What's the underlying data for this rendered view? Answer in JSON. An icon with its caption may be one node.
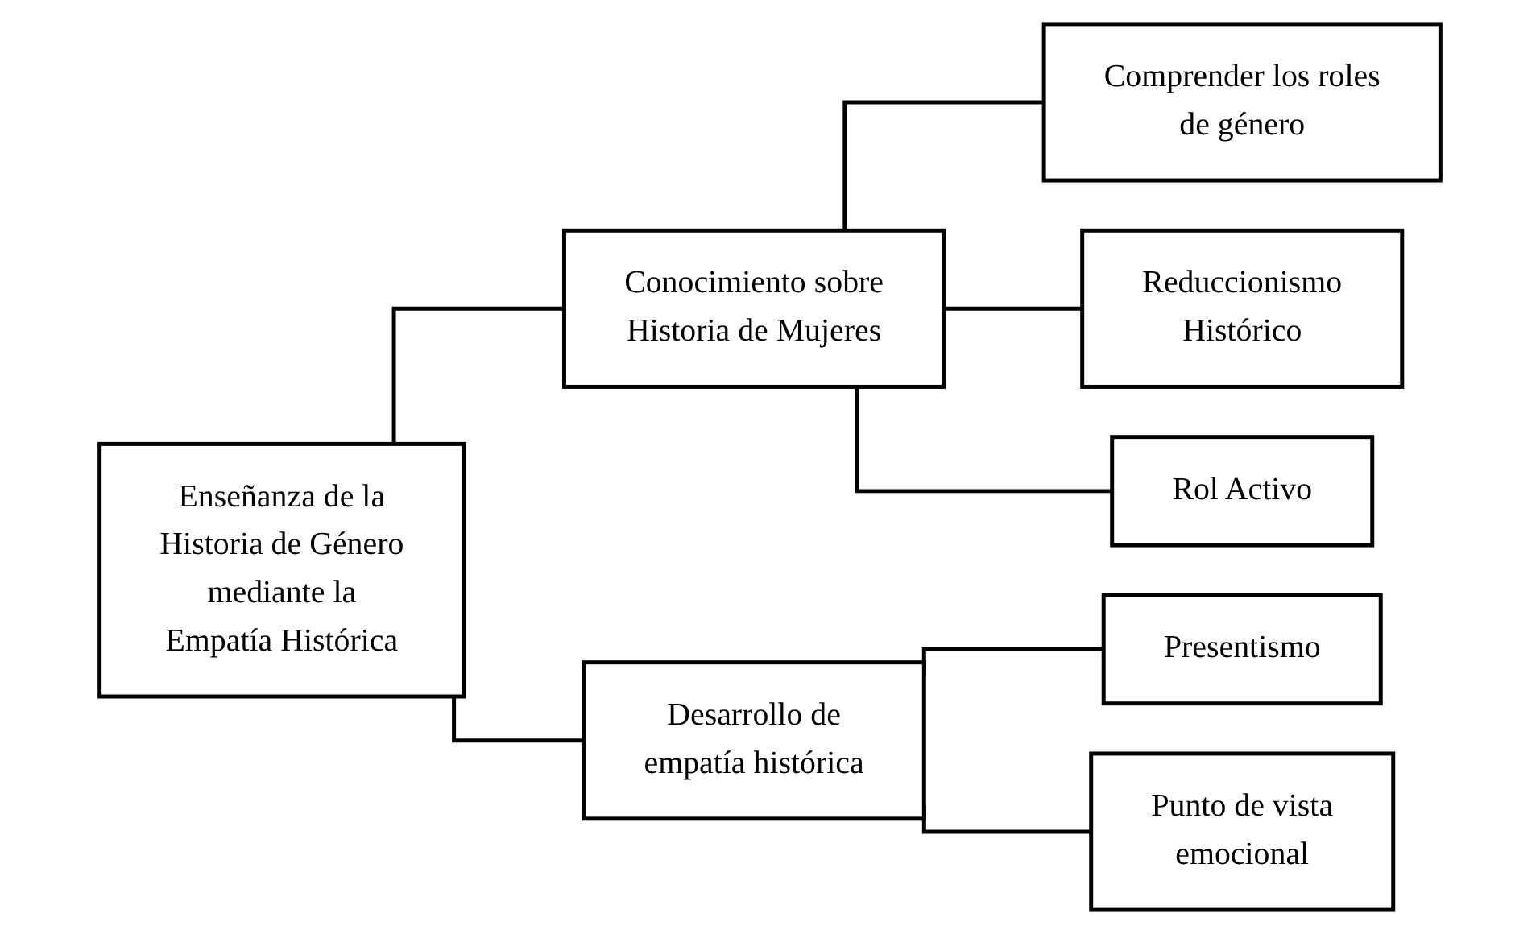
{
  "diagram": {
    "nodes": [
      {
        "text": [
          "Enseñanza de la Historia de Género mediante la Empatía Histórica"
        ]
      },
      {
        "text": [
          "Conocimiento sobre Historia de Mujeres"
        ]
      },
      {
        "text": [
          "Comprender los roles de género"
        ]
      },
      {
        "text": [
          "Reduccionismo Histórico"
        ]
      },
      {
        "text": [
          "Rol Activo"
        ]
      },
      {
        "text": [
          "Desarrollo de empatía histórica"
        ]
      },
      {
        "text": [
          "Presentismo"
        ]
      },
      {
        "text": [
          "Punto de vista emocional"
        ]
      }
    ],
    "edges": [
      {
        "from": 0,
        "to": 1,
        "arrow": "none"
      },
      {
        "from": 0,
        "to": 5,
        "arrow": "none"
      },
      {
        "from": 1,
        "to": 2,
        "arrow": "none"
      },
      {
        "from": 1,
        "to": 3,
        "arrow": "none"
      },
      {
        "from": 1,
        "to": 4,
        "arrow": "none"
      },
      {
        "from": 5,
        "to": 6,
        "arrow": "none"
      },
      {
        "from": 5,
        "to": 7,
        "arrow": "none"
      }
    ]
  }
}
